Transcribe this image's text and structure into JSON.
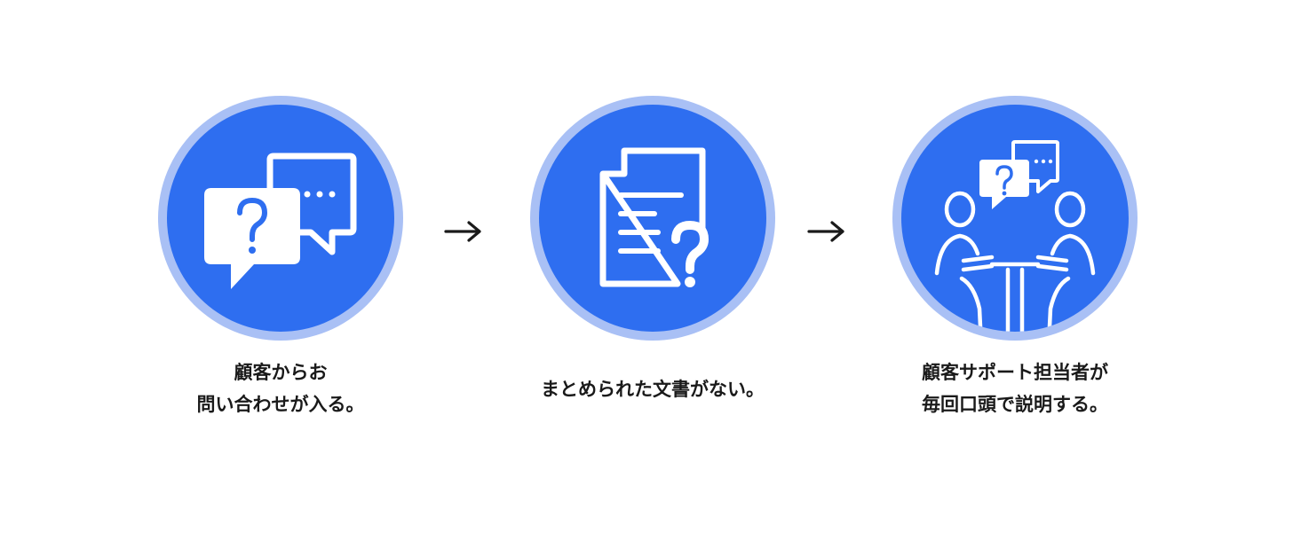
{
  "colors": {
    "ring": "#a9c0f5",
    "fill": "#2e6ef0",
    "icon": "#ffffff",
    "arrow": "#1a1a1a",
    "text": "#1a1a1a"
  },
  "steps": [
    {
      "icon": "question-chat-bubbles-icon",
      "lines": [
        "顧客からお",
        "問い合わせが入る。"
      ]
    },
    {
      "icon": "document-question-icon",
      "lines": [
        "まとめられた文書がない。"
      ]
    },
    {
      "icon": "support-meeting-icon",
      "lines": [
        "顧客サポート担当者が",
        "毎回口頭で説明する。"
      ]
    }
  ],
  "arrows": [
    "right-arrow-icon",
    "right-arrow-icon"
  ]
}
